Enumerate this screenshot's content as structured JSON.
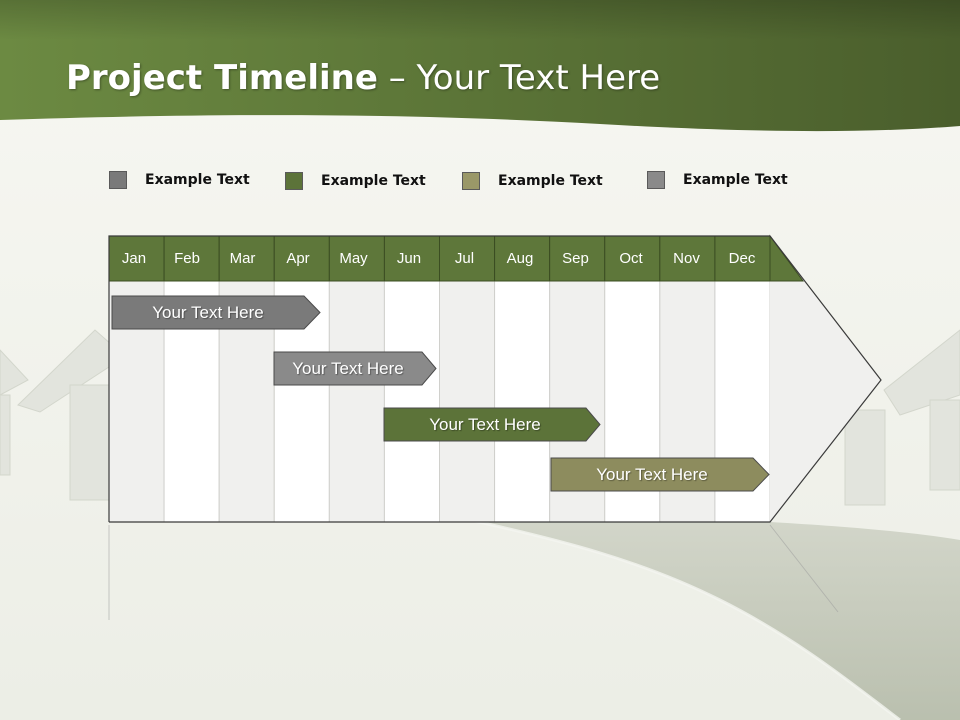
{
  "slide": {
    "title_bold": "Project Timeline",
    "title_rest": " – Your Text Here"
  },
  "colors": {
    "header_green": "#5b7438",
    "month_green": "#5e773a",
    "gray_bar": "#7a7a7a",
    "light_gray_bar": "#8a8a8a",
    "green_bar": "#5c7339",
    "olive_bar": "#8d8c5e"
  },
  "legend": [
    {
      "label": "Example Text",
      "color": "#7a7a7a"
    },
    {
      "label": "Example Text",
      "color": "#5c7339"
    },
    {
      "label": "Example Text",
      "color": "#9a9868"
    },
    {
      "label": "Example Text",
      "color": "#8a8a8a"
    }
  ],
  "timeline": {
    "months": [
      "Jan",
      "Feb",
      "Mar",
      "Apr",
      "May",
      "Jun",
      "Jul",
      "Aug",
      "Sep",
      "Oct",
      "Nov",
      "Dec"
    ],
    "bars": [
      {
        "label": "Your  Text Here",
        "color": "#7a7a7a"
      },
      {
        "label": "Your  Text Here",
        "color": "#8a8a8a"
      },
      {
        "label": "Your  Text Here",
        "color": "#5c7339"
      },
      {
        "label": "Your  Text Here",
        "color": "#8d8c5e"
      }
    ]
  }
}
